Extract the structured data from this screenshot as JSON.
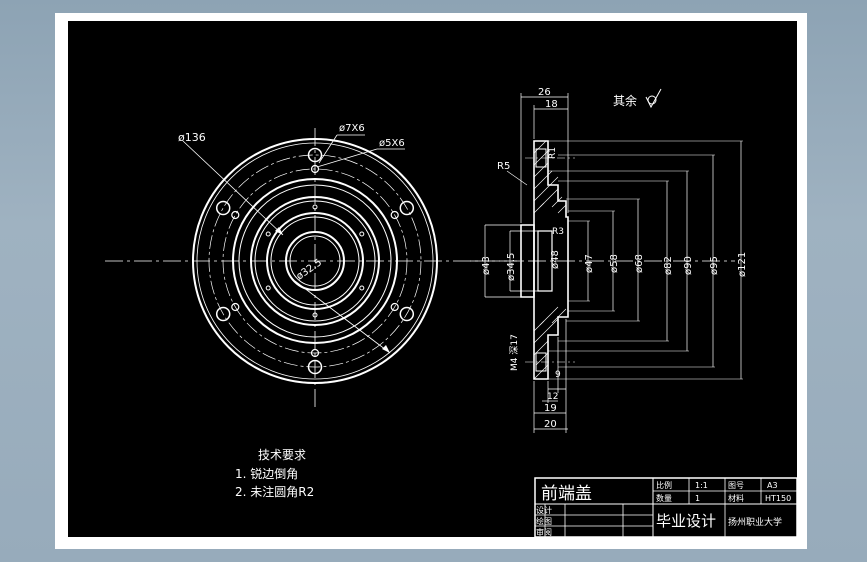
{
  "front_view": {
    "dims": {
      "outer_dia": "ø136",
      "hole_a": "ø7X6",
      "hole_b": "ø5X6",
      "center_hole": "ø32.5"
    }
  },
  "side_view": {
    "dims": {
      "w26": "26",
      "w18": "18",
      "r5": "R5",
      "r3": "R3",
      "r1": "R1",
      "d43": "ø43",
      "d34_5": "ø34.5",
      "d48": "ø48",
      "d47": "ø47",
      "d58": "ø58",
      "d68": "ø68",
      "d82": "ø82",
      "d90": "ø90",
      "d95": "ø95",
      "d121": "ø121",
      "thread": "M4 深17",
      "w9": "9",
      "w12": "12",
      "w19": "19",
      "w20": "20"
    },
    "roughness_note": "其余"
  },
  "notes": {
    "heading": "技术要求",
    "items": [
      "1.  锐边倒角",
      "2.  未注圆角R2"
    ]
  },
  "title_block": {
    "part_name": "前端盖",
    "labels": [
      "设计",
      "绘图",
      "审阅"
    ],
    "school_title": "毕业设计",
    "school": "扬州职业大学",
    "cells": [
      "比例",
      "1:1",
      "图号",
      "A3",
      "数量",
      "1",
      "材料",
      "HT150"
    ]
  }
}
